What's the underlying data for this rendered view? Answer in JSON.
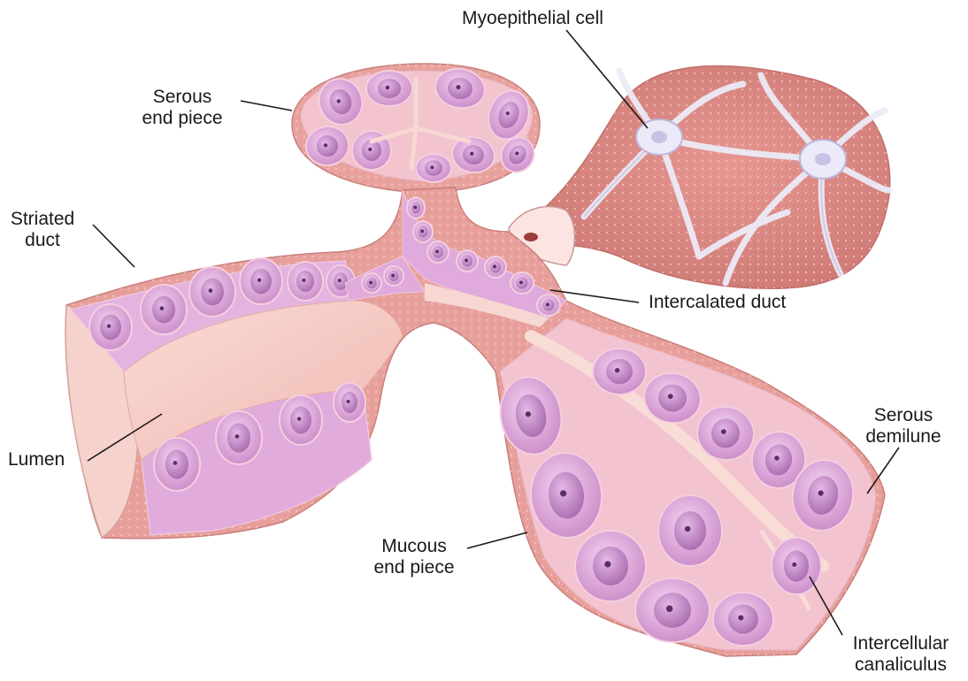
{
  "labels": {
    "myoepithelial_cell": "Myoepithelial cell",
    "serous_end_piece": "Serous\nend piece",
    "striated_duct": "Striated\nduct",
    "intercalated_duct": "Intercalated duct",
    "lumen": "Lumen",
    "serous_demilune": "Serous\ndemilune",
    "mucous_end_piece": "Mucous\nend piece",
    "intercellular_canaliculus": "Intercellular\ncanaliculus"
  },
  "colors": {
    "tissue_outer": "#e9a5a0",
    "tissue_edge": "#d98a86",
    "cell_fill": "#d9a3d6",
    "cell_border": "#f2c8d8",
    "nucleus": "#b57ab9",
    "nucleolus": "#5c2e66",
    "lumen": "#f6cbc4",
    "myoepithelial": "#e7e4f4",
    "leader_line": "#1a1a1a"
  }
}
